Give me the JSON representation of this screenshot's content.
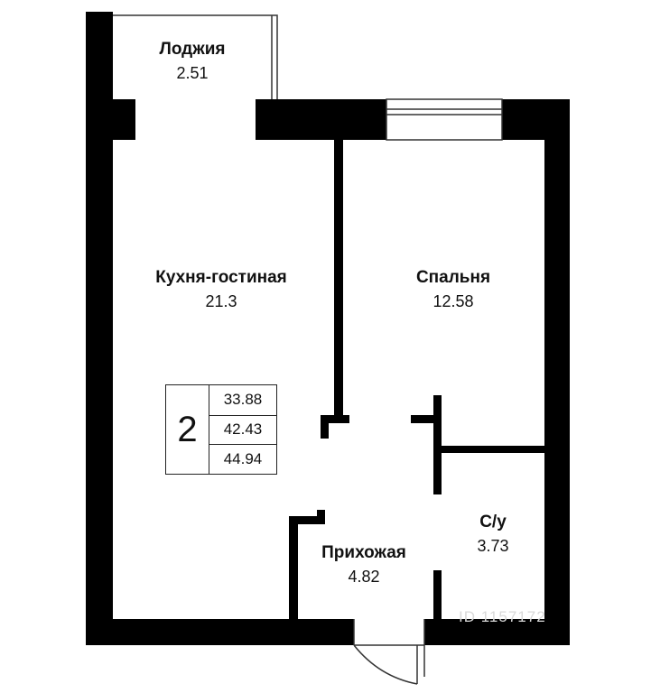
{
  "rooms": {
    "loggia": {
      "name": "Лоджия",
      "area": "2.51"
    },
    "kitchen_living": {
      "name": "Кухня-гостиная",
      "area": "21.3"
    },
    "bedroom": {
      "name": "Спальня",
      "area": "12.58"
    },
    "bathroom": {
      "name": "С/у",
      "area": "3.73"
    },
    "hallway": {
      "name": "Прихожая",
      "area": "4.82"
    }
  },
  "summary": {
    "rooms_count": "2",
    "living_area": "33.88",
    "total_area": "42.43",
    "total_area_with_loggia": "44.94"
  },
  "watermark": "ID 1157172",
  "colors": {
    "wall": "#000000",
    "thin_line": "#333333",
    "background": "#ffffff"
  }
}
